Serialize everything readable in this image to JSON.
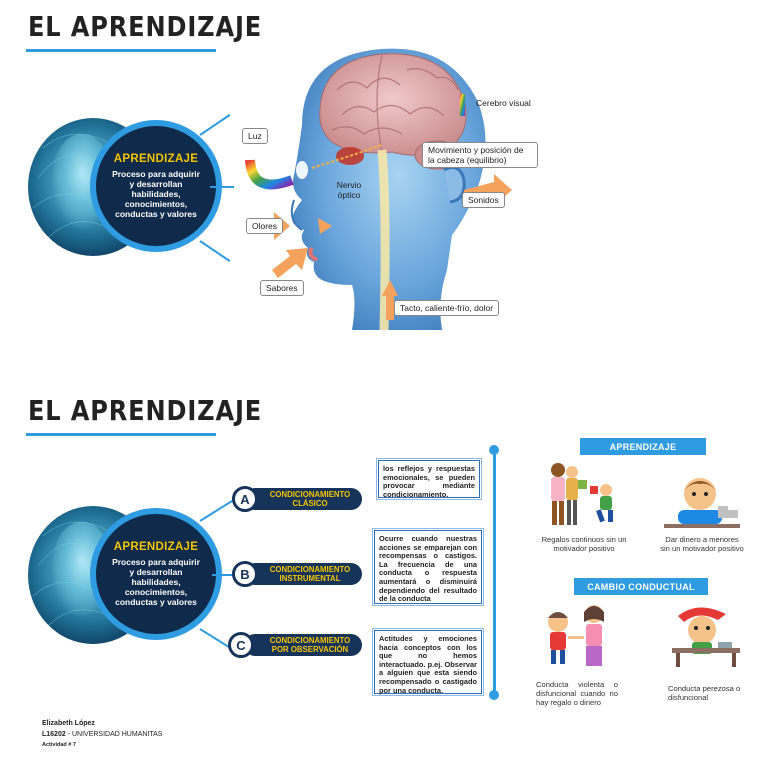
{
  "section1": {
    "title": "EL APRENDIZAJE",
    "circle": {
      "heading": "APRENDIZAJE",
      "body": "Proceso para adquirir y desarrollan habilidades, conocimientos, conductas y valores"
    },
    "anatomy_labels": {
      "luz": "Luz",
      "nervio": "Nervio óptico",
      "olores": "Olores",
      "sabores": "Sabores",
      "cerebro": "Cerebro visual",
      "movimiento": "Movimiento y posición de la cabeza (equilibrio)",
      "sonidos": "Sonidos",
      "tacto": "Tacto, caliente-frío, dolor"
    }
  },
  "section2": {
    "title": "EL APRENDIZAJE",
    "circle": {
      "heading": "APRENDIZAJE",
      "body": "Proceso para adquirir y desarrollan habilidades, conocimientos, conductas y valores"
    },
    "types": [
      {
        "letter": "A",
        "label": "CONDICIONAMIENTO CLÁSICO",
        "description": "los reflejos y respuestas emocionales, se pueden provocar mediante condicionamiento."
      },
      {
        "letter": "B",
        "label": "CONDICIONAMIENTO INSTRUMENTAL",
        "description": "Ocurre cuando nuestras acciones se emparejan con recompensas o castigos. La frecuencia de una conducta o respuesta aumentará o disminuirá dependiendo del resultado de la conducta"
      },
      {
        "letter": "C",
        "label": "CONDICIONAMIENTO POR OBSERVACIÓN",
        "description": "Actitudes y emociones hacia conceptos con los que no hemos interactuado. p.ej. Observar a alguien que esta siendo recompensado o castigado por una conducta."
      }
    ],
    "right_panel": {
      "banner1": "APRENDIZAJE",
      "banner2": "CAMBIO CONDUCTUAL",
      "captions": [
        "Regalos continuos sin un motivador positivo",
        "Dar dinero a menores sin un motivador positivo",
        "Conducta violenta o disfuncional cuando no hay regalo o dinero",
        "Conducta perezosa o disfuncional"
      ]
    }
  },
  "footer": {
    "name": "Elizabeth López",
    "code": "L16202",
    "university": " - UNIVERSIDAD HUMANITAS",
    "activity": "Actividad # 7"
  },
  "colors": {
    "accent_blue": "#2f9be0",
    "navy": "#16345a",
    "yellow": "#f5c400"
  }
}
